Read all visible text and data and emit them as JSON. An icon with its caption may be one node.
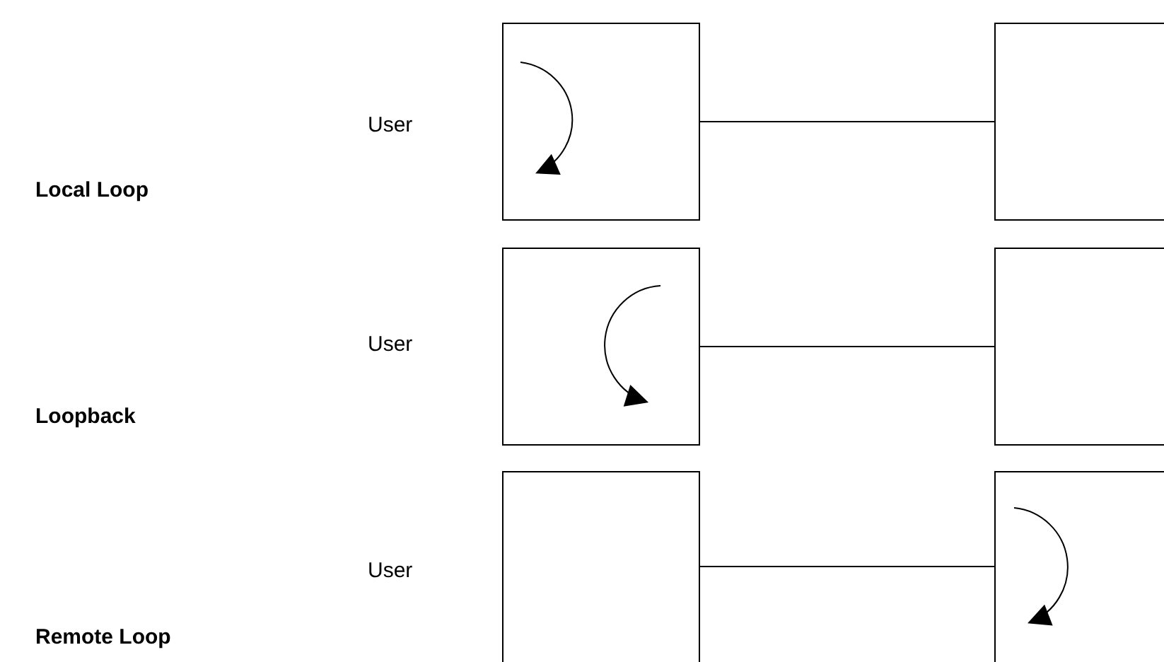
{
  "diagram": {
    "nodes": [
      {
        "text": [],
        "shape": "box"
      },
      {
        "text": [],
        "shape": "box"
      },
      {
        "text": [],
        "shape": "box"
      },
      {
        "text": [],
        "shape": "box"
      },
      {
        "text": [],
        "shape": "box"
      },
      {
        "text": [],
        "shape": "box"
      }
    ],
    "edges": [
      {
        "from": 0,
        "to": 1,
        "arrow": "none"
      },
      {
        "from": 2,
        "to": 3,
        "arrow": "none"
      },
      {
        "from": 4,
        "to": 5,
        "arrow": "none"
      }
    ],
    "labels": [
      "User",
      "Local Loop",
      "User",
      "Loopback",
      "User",
      "Remote Loop"
    ]
  }
}
